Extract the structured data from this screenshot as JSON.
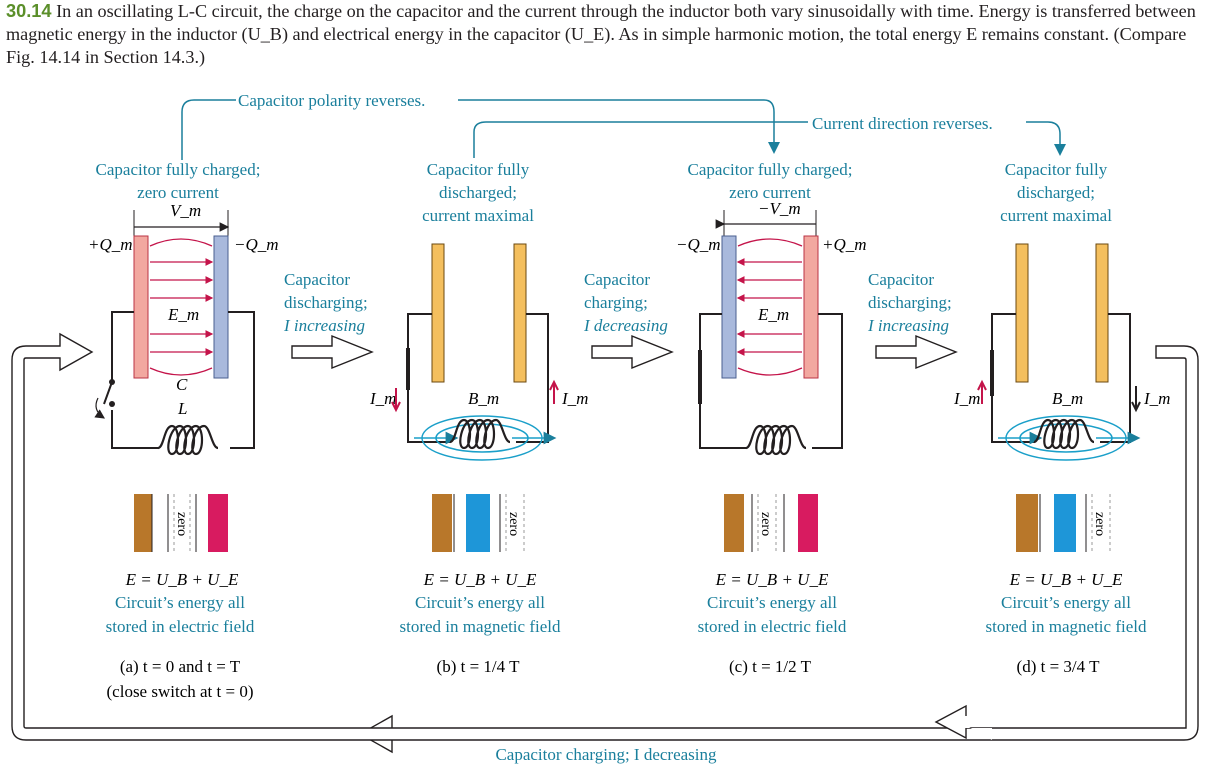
{
  "caption": {
    "number": "30.14",
    "text": "In an oscillating L-C circuit, the charge on the capacitor and the current through the inductor both vary sinusoidally with time. Energy is transferred between magnetic energy in the inductor (U_B) and electrical energy in the capacitor (U_E). As in simple harmonic motion, the total energy E remains constant. (Compare Fig. 14.14 in Section 14.3.)"
  },
  "top_labels": {
    "polarity": "Capacitor polarity reverses.",
    "current": "Current direction reverses."
  },
  "bottom_label": "Capacitor charging; I decreasing",
  "transitions": [
    {
      "line1": "Capacitor",
      "line2": "discharging;",
      "line3": "I increasing"
    },
    {
      "line1": "Capacitor",
      "line2": "charging;",
      "line3": "I decreasing"
    },
    {
      "line1": "Capacitor",
      "line2": "discharging;",
      "line3": "I increasing"
    }
  ],
  "panels": [
    {
      "state": [
        "Capacitor fully charged;",
        "zero current"
      ],
      "energy_eq": "E = U_B + U_E",
      "energy_desc": [
        "Circuit’s energy all",
        "stored in electric field"
      ],
      "time_label": "(a) t = 0 and t = T",
      "time_sub": "(close switch at t = 0)",
      "labels": {
        "voltage": "V_m",
        "left_charge": "+Q_m",
        "right_charge": "−Q_m",
        "field": "E_m",
        "cap": "C",
        "ind": "L"
      },
      "energy_bar": {
        "UB": 0,
        "UE": 1,
        "zero_label": "zero"
      }
    },
    {
      "state": [
        "Capacitor fully",
        "discharged;",
        "current maximal"
      ],
      "energy_eq": "E = U_B + U_E",
      "energy_desc": [
        "Circuit’s energy all",
        "stored in magnetic field"
      ],
      "time_label": "(b) t = 1/4 T",
      "labels": {
        "field": "B_m",
        "current_left": "I_m",
        "current_right": "I_m"
      },
      "energy_bar": {
        "UB": 1,
        "UE": 0,
        "zero_label": "zero"
      }
    },
    {
      "state": [
        "Capacitor fully charged;",
        "zero current"
      ],
      "energy_eq": "E = U_B + U_E",
      "energy_desc": [
        "Circuit’s energy all",
        "stored in electric field"
      ],
      "time_label": "(c) t = 1/2 T",
      "labels": {
        "voltage": "−V_m",
        "left_charge": "−Q_m",
        "right_charge": "+Q_m",
        "field": "E_m"
      },
      "energy_bar": {
        "UB": 0,
        "UE": 1,
        "zero_label": "zero"
      }
    },
    {
      "state": [
        "Capacitor fully",
        "discharged;",
        "current maximal"
      ],
      "energy_eq": "E = U_B + U_E",
      "energy_desc": [
        "Circuit’s energy all",
        "stored in magnetic field"
      ],
      "time_label": "(d) t = 3/4 T",
      "labels": {
        "field": "B_m",
        "current_left": "I_m",
        "current_right": "I_m"
      },
      "energy_bar": {
        "UB": 1,
        "UE": 0,
        "zero_label": "zero"
      }
    }
  ],
  "colors": {
    "teal": "#1a7f9c",
    "pos_plate": "#f2a8a0",
    "neg_plate": "#a9b9dc",
    "neutral_plate": "#f4bf5e",
    "field_line": "#c4144a",
    "ub_bar": "#b8772a",
    "ue_bar": "#d81b60",
    "blue_bar": "#1e96d8",
    "caption_green": "#5b8f2a"
  }
}
